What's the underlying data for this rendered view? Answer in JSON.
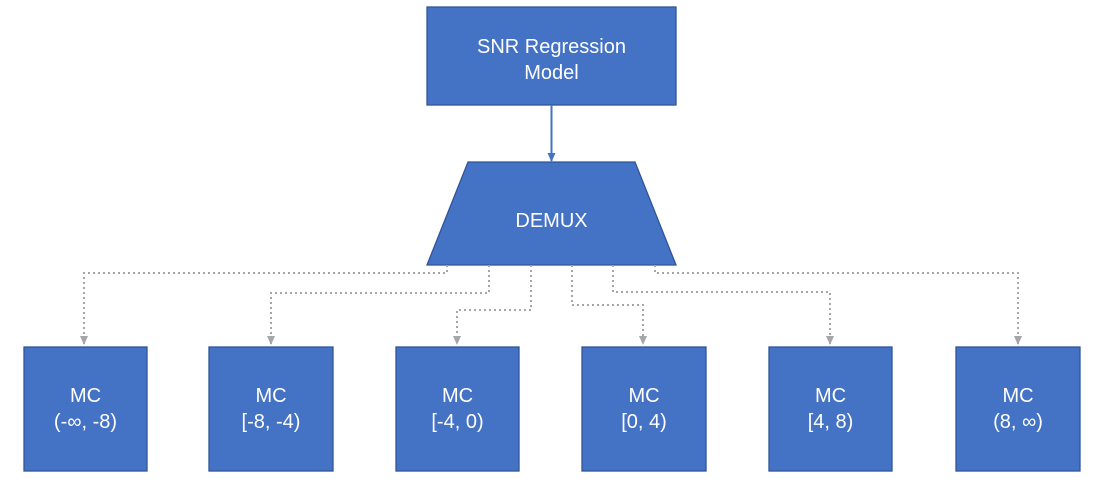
{
  "regression_model": {
    "line1": "SNR Regression",
    "line2": "Model"
  },
  "demux": {
    "label": "DEMUX"
  },
  "classifiers": [
    {
      "line1": "MC",
      "line2": "(-∞, -8)"
    },
    {
      "line1": "MC",
      "line2": "[-8, -4)"
    },
    {
      "line1": "MC",
      "line2": "[-4, 0)"
    },
    {
      "line1": "MC",
      "line2": "[0, 4)"
    },
    {
      "line1": "MC",
      "line2": "[4, 8)"
    },
    {
      "line1": "MC",
      "line2": "(8, ∞)"
    }
  ],
  "colors": {
    "box_fill": "#4472c4",
    "box_border": "#2f5597",
    "connector": "#a6a6a6"
  }
}
